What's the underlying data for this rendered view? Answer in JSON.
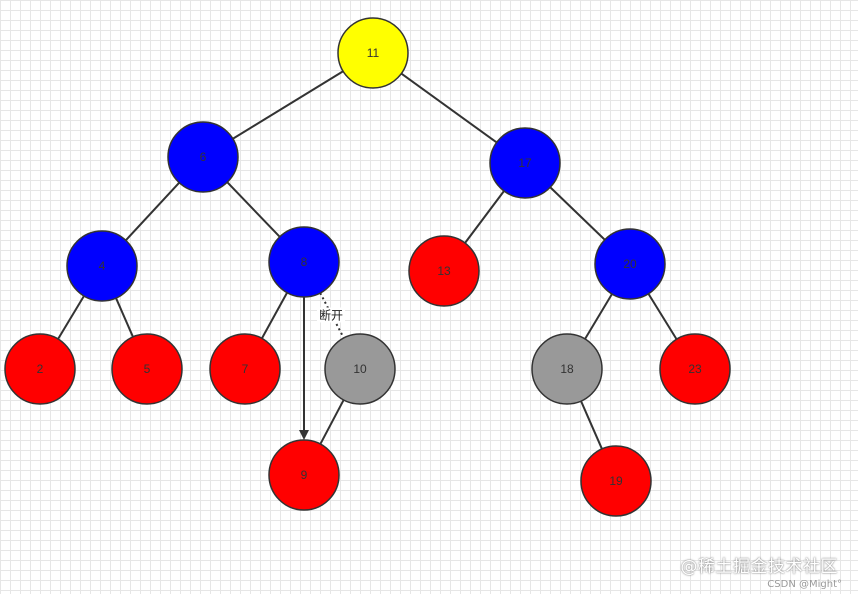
{
  "colors": {
    "yellow": "#ffff00",
    "blue": "#0000ff",
    "red": "#ff0000",
    "gray": "#999999",
    "stroke": "#333333"
  },
  "nodes": [
    {
      "id": "n11",
      "label": "11",
      "color": "yellow"
    },
    {
      "id": "n6",
      "label": "6",
      "color": "blue"
    },
    {
      "id": "n17",
      "label": "17",
      "color": "blue"
    },
    {
      "id": "n4",
      "label": "4",
      "color": "blue"
    },
    {
      "id": "n8",
      "label": "8",
      "color": "blue"
    },
    {
      "id": "n13",
      "label": "13",
      "color": "red"
    },
    {
      "id": "n20",
      "label": "20",
      "color": "blue"
    },
    {
      "id": "n2",
      "label": "2",
      "color": "red"
    },
    {
      "id": "n5",
      "label": "5",
      "color": "red"
    },
    {
      "id": "n7",
      "label": "7",
      "color": "red"
    },
    {
      "id": "n10",
      "label": "10",
      "color": "gray"
    },
    {
      "id": "n18",
      "label": "18",
      "color": "gray"
    },
    {
      "id": "n23",
      "label": "23",
      "color": "red"
    },
    {
      "id": "n9",
      "label": "9",
      "color": "red"
    },
    {
      "id": "n19",
      "label": "19",
      "color": "red"
    }
  ],
  "edges": [
    {
      "from": "n11",
      "to": "n6"
    },
    {
      "from": "n11",
      "to": "n17"
    },
    {
      "from": "n6",
      "to": "n4"
    },
    {
      "from": "n6",
      "to": "n8"
    },
    {
      "from": "n17",
      "to": "n13"
    },
    {
      "from": "n17",
      "to": "n20"
    },
    {
      "from": "n4",
      "to": "n2"
    },
    {
      "from": "n4",
      "to": "n5"
    },
    {
      "from": "n8",
      "to": "n7"
    },
    {
      "from": "n8",
      "to": "n10",
      "style": "dotted",
      "label": "断开"
    },
    {
      "from": "n8",
      "to": "n9",
      "style": "arrow"
    },
    {
      "from": "n10",
      "to": "n9"
    },
    {
      "from": "n20",
      "to": "n18"
    },
    {
      "from": "n20",
      "to": "n23"
    },
    {
      "from": "n18",
      "to": "n19"
    }
  ],
  "watermark": {
    "main": "@稀土掘金技术社区",
    "sub": "CSDN @Might°"
  }
}
